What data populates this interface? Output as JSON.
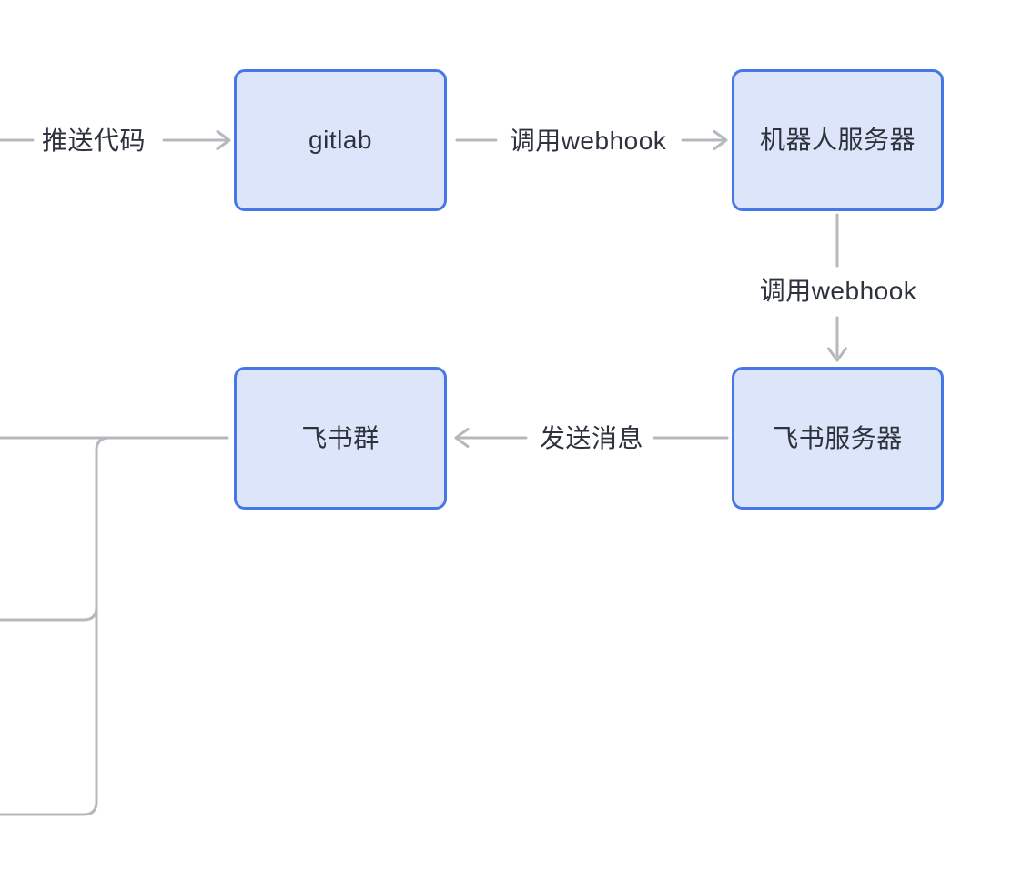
{
  "diagram": {
    "colors": {
      "background": "#ffffff",
      "node_fill": "#dce5fa",
      "node_border": "#4677e6",
      "edge": "#b5b8bc",
      "label": "#2d323c"
    },
    "nodes": [
      {
        "id": "gitlab",
        "label": "gitlab"
      },
      {
        "id": "robot-server",
        "label": "机器人服务器"
      },
      {
        "id": "feishu-group",
        "label": "飞书群"
      },
      {
        "id": "feishu-server",
        "label": "飞书服务器"
      }
    ],
    "edge_labels": [
      {
        "id": "push-code",
        "text": "推送代码"
      },
      {
        "id": "call-webhook-top",
        "text": "调用webhook"
      },
      {
        "id": "call-webhook-vertical",
        "text": "调用webhook"
      },
      {
        "id": "send-message",
        "text": "发送消息"
      }
    ],
    "flow": [
      {
        "from": "offscreen-left",
        "label": "推送代码",
        "to": "gitlab"
      },
      {
        "from": "gitlab",
        "label": "调用webhook",
        "to": "机器人服务器"
      },
      {
        "from": "机器人服务器",
        "label": "调用webhook",
        "to": "飞书服务器"
      },
      {
        "from": "飞书服务器",
        "label": "发送消息",
        "to": "飞书群"
      },
      {
        "from": "offscreen-left-lines",
        "label": "",
        "to": "飞书群"
      }
    ]
  }
}
